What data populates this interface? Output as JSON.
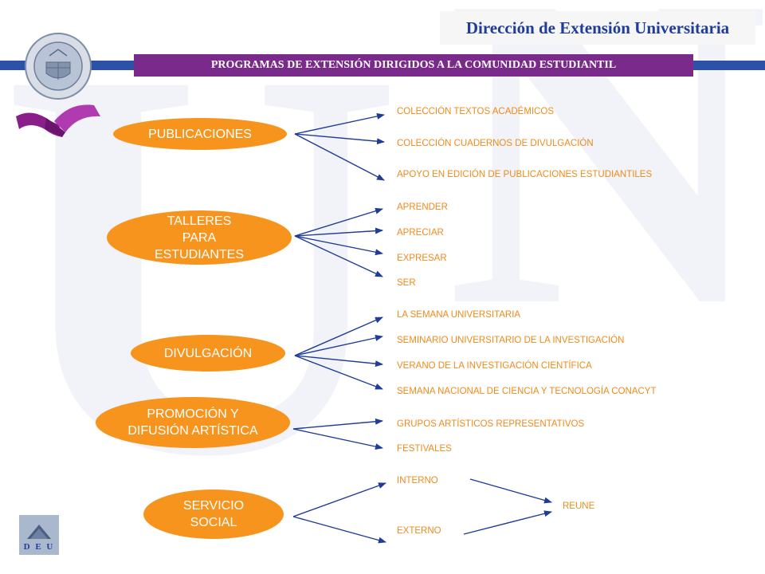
{
  "header": {
    "title": "Dirección de Extensión Universitaria",
    "subtitle": "PROGRAMAS DE EXTENSIÓN DIRIGIDOS A LA COMUNIDAD ESTUDIANTIL"
  },
  "watermark": {
    "letters": "UN"
  },
  "nodes": [
    {
      "id": "publicaciones",
      "lines": [
        "PUBLICACIONES"
      ]
    },
    {
      "id": "talleres",
      "lines": [
        "TALLERES",
        "PARA",
        "ESTUDIANTES"
      ]
    },
    {
      "id": "divulgacion",
      "lines": [
        "DIVULGACIÓN"
      ]
    },
    {
      "id": "promocion",
      "lines": [
        "PROMOCIÓN Y",
        "DIFUSIÓN ARTÍSTICA"
      ]
    },
    {
      "id": "servicio",
      "lines": [
        "SERVICIO",
        "SOCIAL"
      ]
    }
  ],
  "leaves": [
    "COLECCIÓN  TEXTOS  ACADÉMICOS",
    "COLECCIÓN  CUADERNOS  DE DIVULGACIÓN",
    "APOYO EN EDICIÓN  DE PUBLICACIONES  ESTUDIANTILES",
    "APRENDER",
    "APRECIAR",
    "EXPRESAR",
    "SER",
    "LA SEMANA UNIVERSITARIA",
    "SEMINARIO  UNIVERSITARIO  DE LA INVESTIGACIÓN",
    "VERANO DE LA INVESTIGACIÓN  CIENTÍFICA",
    "SEMANA NACIONAL  DE CIENCIA  Y TECNOLOGÍA  CONACYT",
    "GRUPOS ARTÍSTICOS  REPRESENTATIVOS",
    "FESTIVALES",
    "INTERNO",
    "EXTERNO",
    "REUNE"
  ],
  "footer": {
    "home_label": "D E U"
  },
  "colors": {
    "node": "#f7941d",
    "leaf_text": "#f08a1a",
    "arrow": "#1f3c99",
    "banner": "#7a2a8a",
    "bar": "#2c52a8"
  },
  "icons": {
    "logo": "university-seal-icon",
    "decoration": "ribbon-icon",
    "home": "home-icon"
  }
}
